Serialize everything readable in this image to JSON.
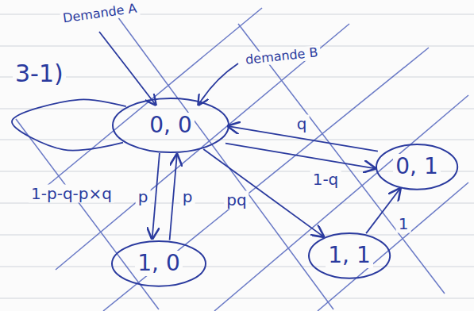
{
  "diagram": {
    "nodes": [
      {
        "text": [
          "0, 0"
        ]
      },
      {
        "text": [
          "0, 1"
        ]
      },
      {
        "text": [
          "1, 0"
        ]
      },
      {
        "text": [
          "1, 1"
        ]
      }
    ],
    "edges": [
      {
        "from": 0,
        "to": 0,
        "label": "1-p-q-p×q",
        "arrow": "none"
      },
      {
        "from": 0,
        "to": 2,
        "label": "p",
        "arrow": "to"
      },
      {
        "from": 2,
        "to": 0,
        "label": "p",
        "arrow": "to"
      },
      {
        "from": 0,
        "to": 1,
        "label": "q",
        "arrow": "to"
      },
      {
        "from": 1,
        "to": 0,
        "label": "1-q",
        "arrow": "to"
      },
      {
        "from": 0,
        "to": 3,
        "label": "pq",
        "arrow": "to"
      },
      {
        "from": 3,
        "to": 1,
        "label": "1",
        "arrow": "to"
      }
    ],
    "labels": [
      "3-1)",
      "Demande A",
      "demande B"
    ]
  }
}
